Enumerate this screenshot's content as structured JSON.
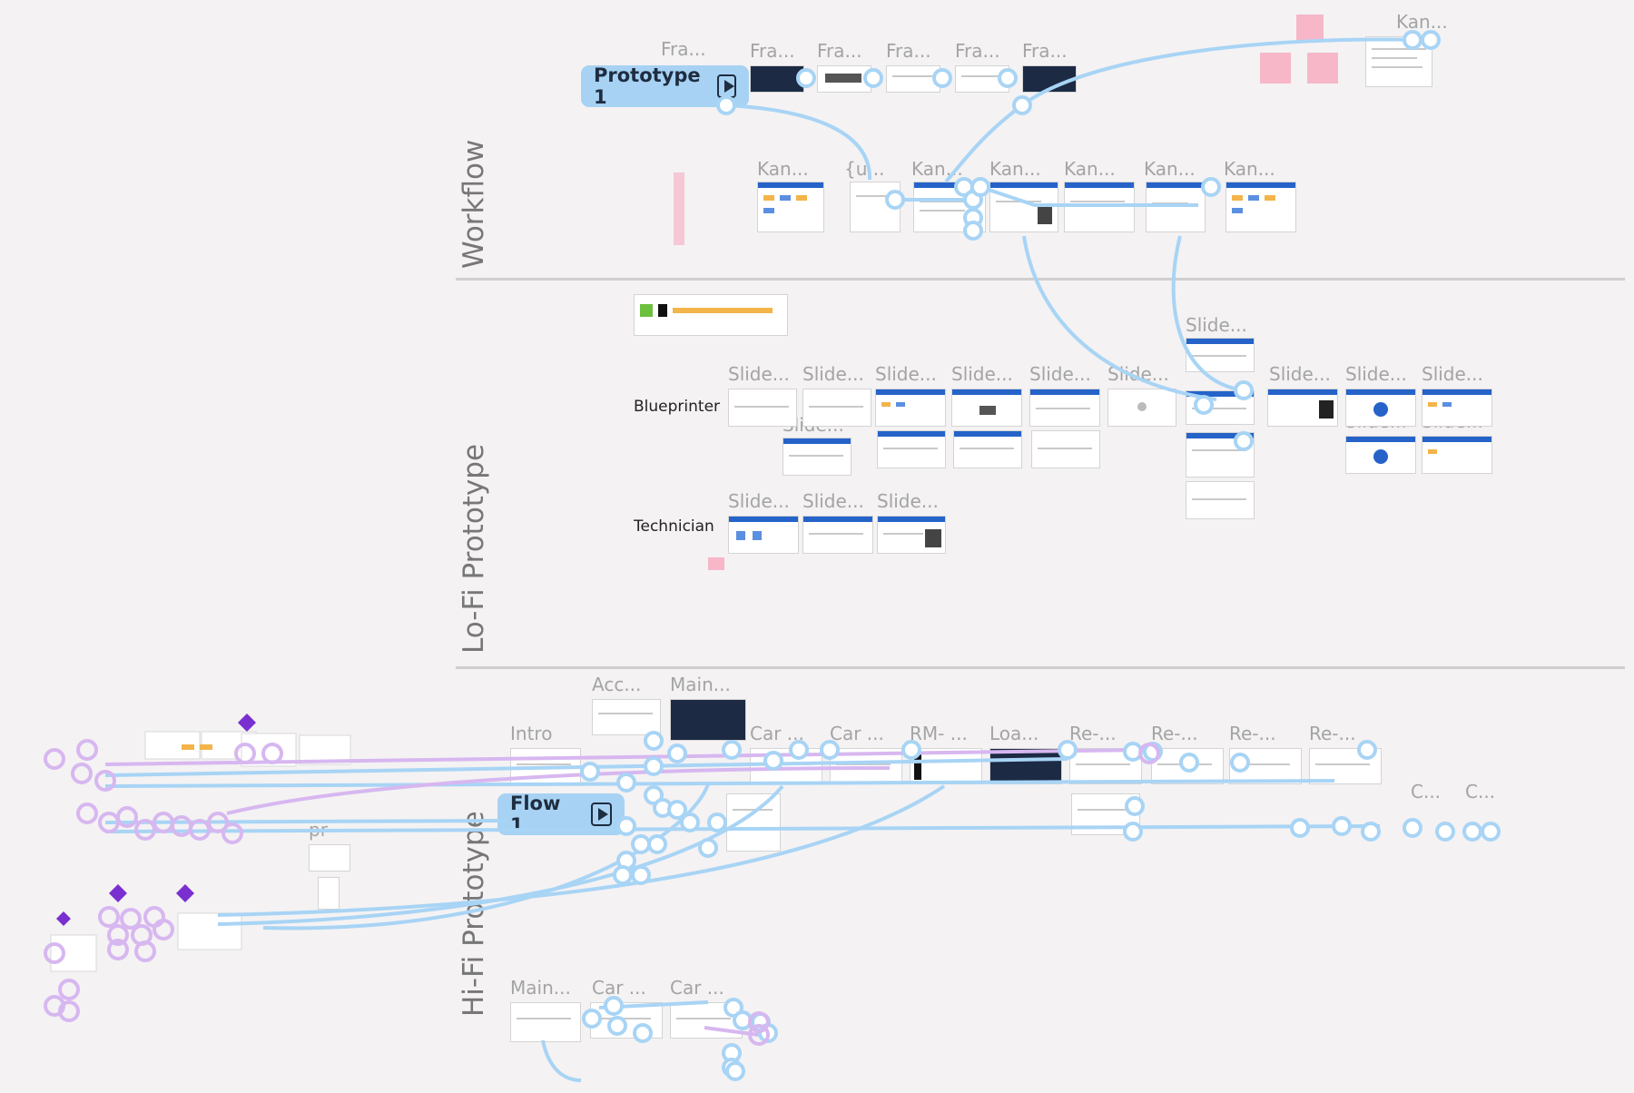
{
  "sections": {
    "workflow": "Workflow",
    "lofi": "Lo-Fi Prototype",
    "hifi": "Hi-Fi Prototype"
  },
  "prototype_buttons": {
    "prototype1": "Prototype 1",
    "flow1": "Flow 1"
  },
  "row_labels": {
    "blueprinter": "Blueprinter",
    "technician": "Technician"
  },
  "workflow_top_titles": [
    "Fra...",
    "Fra...",
    "Fra...",
    "Fra...",
    "Fra...",
    "Fra...",
    "Kan..."
  ],
  "workflow_kanban_titles": [
    "Kan...",
    "{u...",
    "Kan...",
    "Kan...",
    "Kan...",
    "Kan...",
    "Kan..."
  ],
  "blueprinter_titles": [
    "Slide...",
    "Slide...",
    "Slide...",
    "Slide...",
    "Slide...",
    "Slide...",
    "Slide...",
    "Slide...",
    "Slide...",
    "Slide..."
  ],
  "blueprinter_lower_titles": [
    "Slide...",
    "Slide...",
    "Slide...",
    "Slide...",
    "Slide...",
    "Slide..."
  ],
  "technician_titles": [
    "Slide...",
    "Slide...",
    "Slide..."
  ],
  "hifi_titles": [
    "Acc...",
    "Main...",
    "Intro",
    "Car ...",
    "Car ...",
    "RM- ...",
    "Loa...",
    "Re-...",
    "Re-...",
    "Re-...",
    "Re-...",
    "C...",
    "C...",
    "pr"
  ],
  "hifi_bottom_titles": [
    "Main...",
    "Car ...",
    "Car ..."
  ],
  "colors": {
    "connector_blue": "#a8d4f5",
    "connector_purple": "#d7b7f0",
    "proto_button_bg": "#a7d2f3",
    "canvas_bg": "#f4f2f3",
    "accent_purple": "#7a2fd0"
  },
  "icons": [
    "play-prototype-icon",
    "diamond-component-icon"
  ]
}
